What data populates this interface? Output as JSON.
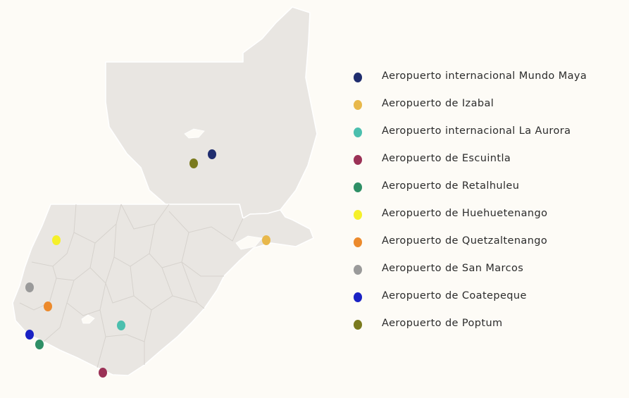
{
  "legend": {
    "items": [
      {
        "label": "Aeropuerto internacional Mundo Maya",
        "color": "#1f2d6e"
      },
      {
        "label": "Aeropuerto  de Izabal",
        "color": "#e8b84b"
      },
      {
        "label": "Aeropuerto internacional  La Aurora",
        "color": "#4bbfae"
      },
      {
        "label": "Aeropuerto  de Escuintla",
        "color": "#9b3156"
      },
      {
        "label": "Aeropuerto  de Retalhuleu",
        "color": "#2f8f66"
      },
      {
        "label": "Aeropuerto  de Huehuetenango",
        "color": "#f5f02a"
      },
      {
        "label": "Aeropuerto  de Quetzaltenango",
        "color": "#ec8a2c"
      },
      {
        "label": "Aeropuerto  de San Marcos",
        "color": "#9a9a9a"
      },
      {
        "label": "Aeropuerto  de Coatepeque",
        "color": "#1a22c4"
      },
      {
        "label": "Aeropuerto  de Poptum",
        "color": "#7a7a1e"
      }
    ]
  },
  "map": {
    "land_color": "#e9e6e2",
    "background_color": "#fdfbf6"
  }
}
